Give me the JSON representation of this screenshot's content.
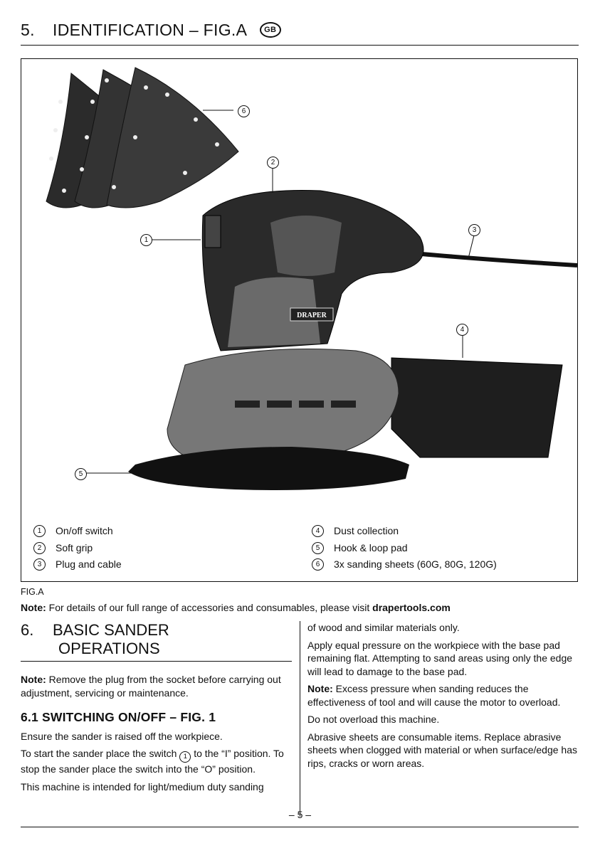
{
  "header": {
    "number": "5.",
    "title": "IDENTIFICATION – FIG.A",
    "badge": "GB"
  },
  "figure": {
    "brand_label": "DRAPER",
    "callouts": [
      "1",
      "2",
      "3",
      "4",
      "5",
      "6"
    ]
  },
  "legend": {
    "left": [
      {
        "num": "1",
        "label": "On/off switch"
      },
      {
        "num": "2",
        "label": "Soft grip"
      },
      {
        "num": "3",
        "label": "Plug and cable"
      }
    ],
    "right": [
      {
        "num": "4",
        "label": "Dust collection"
      },
      {
        "num": "5",
        "label": "Hook & loop pad"
      },
      {
        "num": "6",
        "label": "3x sanding sheets (60G, 80G, 120G)"
      }
    ]
  },
  "fig_caption": "FIG.A",
  "note": {
    "label": "Note:",
    "text": "For details of our full range of accessories and consumables, please visit",
    "link": "drapertools.com"
  },
  "section6": {
    "number": "6.",
    "title_line1": "BASIC SANDER",
    "title_line2": "OPERATIONS",
    "note_label": "Note:",
    "note_text": "Remove the plug from the socket before carrying out adjustment, servicing or maintenance.",
    "sub_title": "6.1   SWITCHING ON/OFF – FIG. 1",
    "p1": "Ensure the sander is raised off the workpiece.",
    "p2_a": "To start the sander place the switch",
    "p2_circ": "1",
    "p2_b": "to the “I” position. To stop the sander place the switch into the “O” position.",
    "p3": "This machine is intended for light/medium duty sanding",
    "r1": "of wood and similar materials only.",
    "r2": "Apply equal pressure on the workpiece with the base pad remaining flat. Attempting to sand areas using only the edge will lead to damage to the base pad.",
    "r3_label": "Note:",
    "r3_text": "Excess pressure when sanding reduces the effectiveness of tool and will cause the motor to overload.",
    "r4": "Do not overload this machine.",
    "r5": "Abrasive sheets are consumable items. Replace abrasive sheets when clogged with material or when surface/edge has rips, cracks or worn areas."
  },
  "page_number": "– 5 –"
}
